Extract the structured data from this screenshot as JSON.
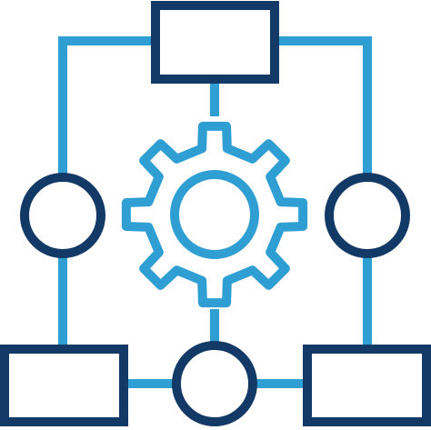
{
  "icon": {
    "name": "workflow-process-gear-icon",
    "colors": {
      "dark": "#133a66",
      "light": "#2f9ed3",
      "background": "#ffffff"
    },
    "nodes": {
      "top_box": "rectangle",
      "left_circle": "circle",
      "right_circle": "circle",
      "bottom_left_box": "rectangle",
      "bottom_circle": "circle",
      "bottom_right_box": "rectangle",
      "center": "gear"
    }
  }
}
